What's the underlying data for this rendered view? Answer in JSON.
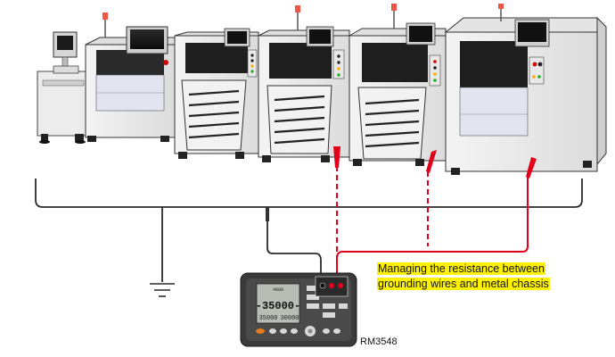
{
  "caption": {
    "line1": "Managing the resistance between",
    "line2": "grounding wires and metal chassis"
  },
  "device": {
    "model": "RM3548",
    "display_main": "-35000-",
    "display_sub_left": "35000",
    "display_sub_right": "30000",
    "display_top": "4000"
  },
  "colors": {
    "probe_red": "#e3001b",
    "bus_line": "#2a2a2a",
    "highlight": "#fff200",
    "machine_panel": "#e3e4f0"
  },
  "icons": {
    "ground": "ground-symbol-icon",
    "probe": "test-probe-icon"
  }
}
